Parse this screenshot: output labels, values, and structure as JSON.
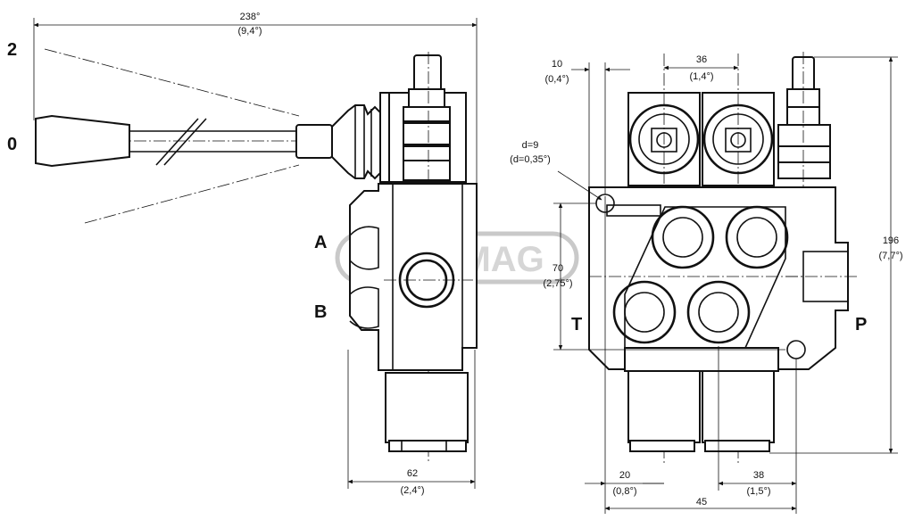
{
  "labels": {
    "position_2": "2",
    "position_0": "0",
    "port_a": "A",
    "port_b": "B",
    "port_t": "T",
    "port_p": "P"
  },
  "dimensions": {
    "overall_width_mm": "238°",
    "overall_width_in": "(9,4°)",
    "dim10_mm": "10",
    "dim10_in": "(0,4°)",
    "dim36_mm": "36",
    "dim36_in": "(1,4°)",
    "hole_d_mm": "d=9",
    "hole_d_in": "(d=0,35°)",
    "dim70_mm": "70",
    "dim70_in": "(2,75°)",
    "dim196_mm": "196",
    "dim196_in": "(7,7°)",
    "dim62_mm": "62",
    "dim62_in": "(2,4°)",
    "dim20_mm": "20",
    "dim20_in": "(0,8°)",
    "dim38_mm": "38",
    "dim38_in": "(1,5°)",
    "dim45_mm": "45"
  },
  "watermark": "CERMAG"
}
